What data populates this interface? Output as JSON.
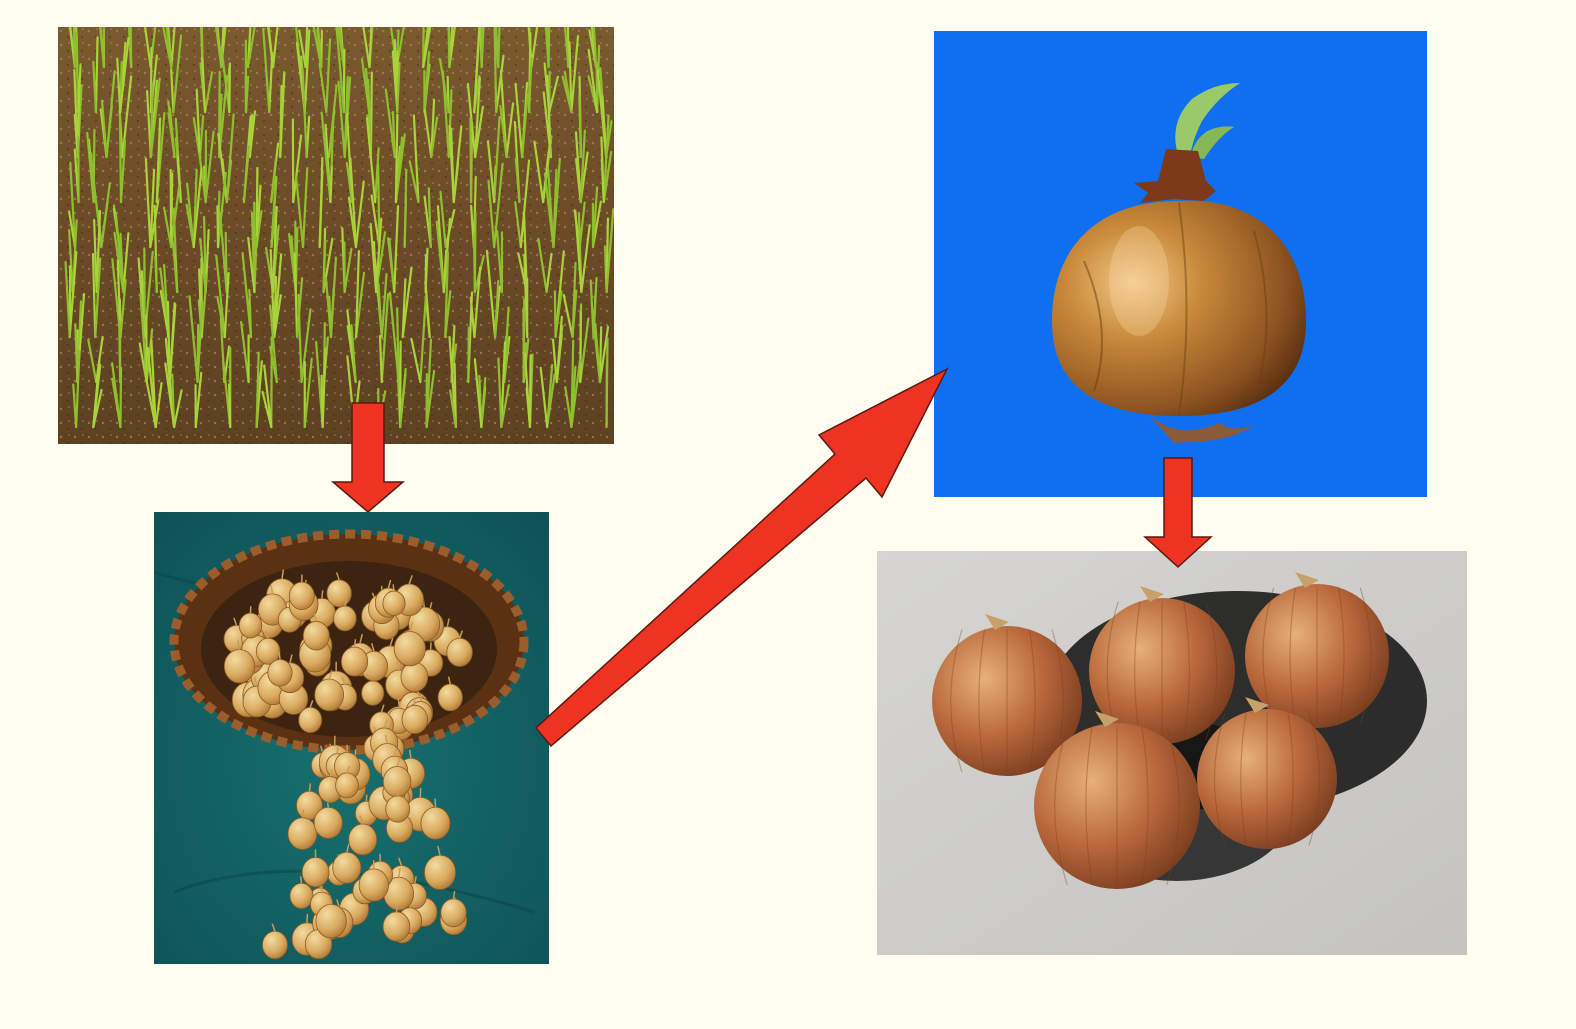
{
  "colors": {
    "background": "#fefdf0",
    "arrow": "#ee3322",
    "arrow_outline": "#5a1a10"
  },
  "images": [
    {
      "name": "onion-seedlings-photo",
      "stage": 1
    },
    {
      "name": "onion-sets-basket-photo",
      "stage": 2
    },
    {
      "name": "sprouting-onion-photo",
      "stage": 3
    },
    {
      "name": "mature-onion-bulbs-photo",
      "stage": 4
    }
  ],
  "arrows": [
    {
      "from": "onion-seedlings-photo",
      "to": "onion-sets-basket-photo"
    },
    {
      "from": "onion-sets-basket-photo",
      "to": "sprouting-onion-photo"
    },
    {
      "from": "sprouting-onion-photo",
      "to": "mature-onion-bulbs-photo"
    }
  ]
}
